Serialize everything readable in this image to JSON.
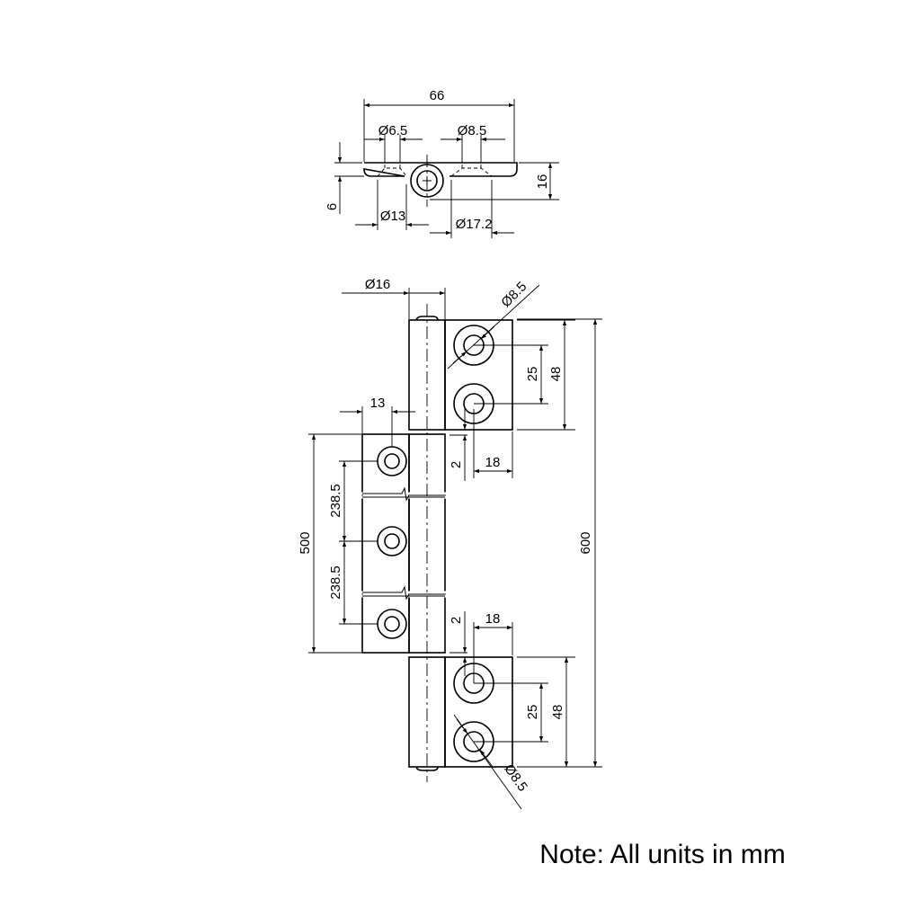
{
  "top_view": {
    "width": "66",
    "hole_left": "Ø6.5",
    "hole_right": "Ø8.5",
    "thickness": "6",
    "height": "16",
    "cb_left": "Ø13",
    "cb_right": "Ø17.2"
  },
  "front_view": {
    "knuckle_dia": "Ø16",
    "hole_top": "Ø8.5",
    "hole_bottom": "Ø8.5",
    "pitch_top": "25",
    "leaf_top": "48",
    "pitch_bottom": "25",
    "leaf_bottom": "48",
    "overall": "600",
    "gap_top": "2",
    "gap_bottom": "2",
    "offset_top": "18",
    "offset_bottom": "18",
    "middle_offset": "13",
    "middle_length": "500",
    "middle_pitch_1": "238.5",
    "middle_pitch_2": "238.5"
  },
  "note": "Note: All units in mm"
}
